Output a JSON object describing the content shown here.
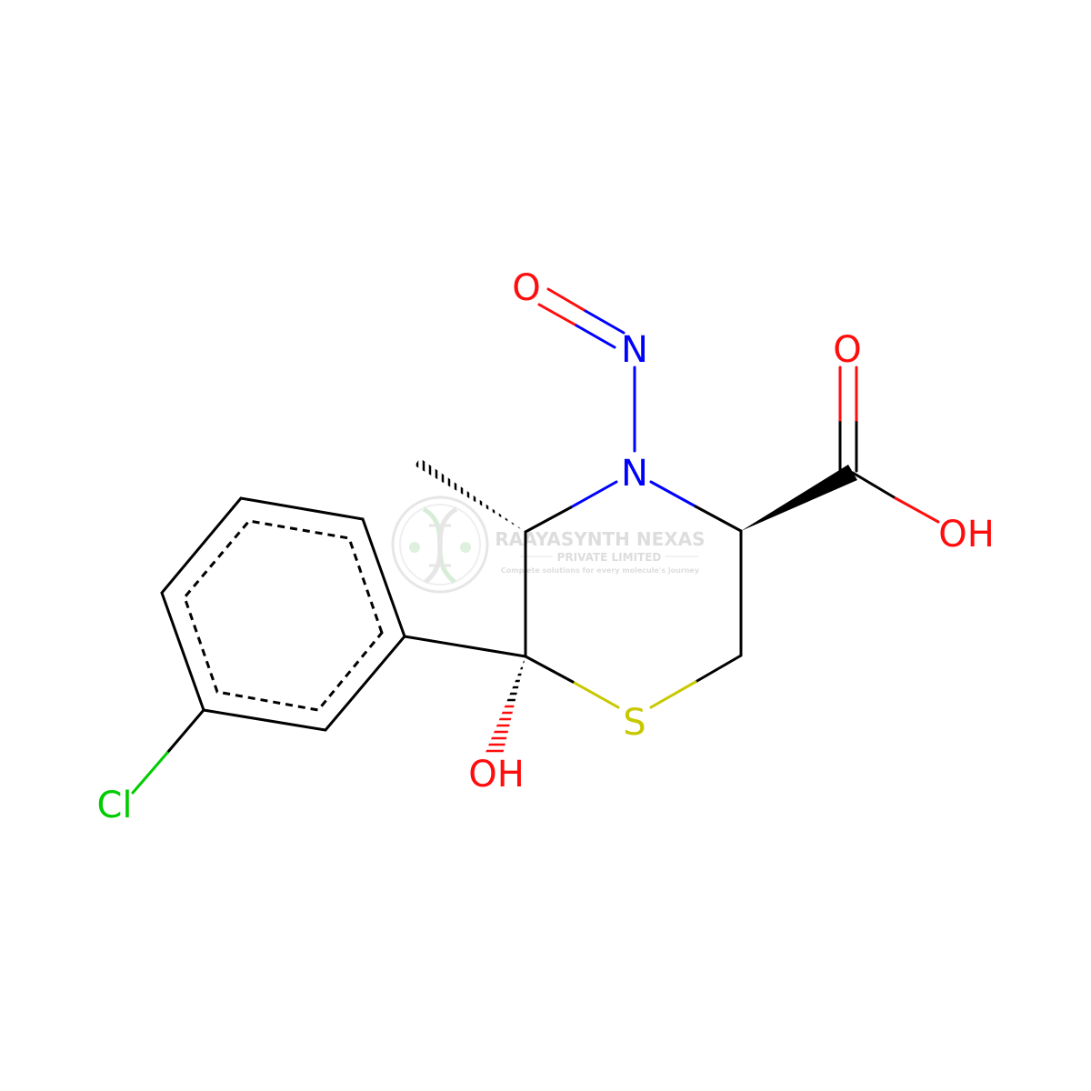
{
  "molecule": {
    "atoms": {
      "nitroso_o": {
        "text": "O",
        "color": "#ff0d0d"
      },
      "nitroso_n": {
        "text": "N",
        "color": "#0000ff"
      },
      "ring_n": {
        "text": "N",
        "color": "#0000ff"
      },
      "carbonyl_o": {
        "text": "O",
        "color": "#ff0d0d"
      },
      "acid_oh": {
        "text": "OH",
        "color": "#ff0d0d"
      },
      "ring_s": {
        "text": "S",
        "color": "#c8c800"
      },
      "hydroxyl_oh": {
        "text": "OH",
        "color": "#ff0d0d"
      },
      "chlorine": {
        "text": "Cl",
        "color": "#00cc00"
      }
    }
  },
  "watermark": {
    "company": "RAAYASYNTH NEXAS",
    "subtitle": "PRIVATE LIMITED",
    "tagline": "Complete solutions for every molecule's journey",
    "color": "#b4b4b4"
  }
}
